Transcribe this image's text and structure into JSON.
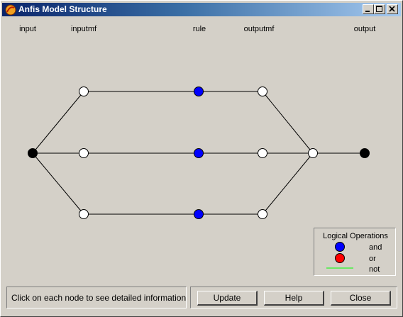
{
  "window": {
    "title": "Anfis Model Structure",
    "controls": {
      "minimize": "minimize-icon",
      "maximize": "maximize-icon",
      "close": "close-icon"
    }
  },
  "diagram": {
    "columns": [
      "input",
      "inputmf",
      "rule",
      "outputmf",
      "output"
    ],
    "node_colors": {
      "input": "#000000",
      "inputmf": "#ffffff",
      "rule": "#0000ff",
      "outputmf": "#ffffff",
      "aggregate": "#ffffff",
      "output": "#000000"
    }
  },
  "legend": {
    "title": "Logical Operations",
    "items": [
      {
        "label": "and",
        "color": "#0000ff"
      },
      {
        "label": "or",
        "color": "#ff0000"
      },
      {
        "label": "not",
        "color": "#00ff00"
      }
    ]
  },
  "status": {
    "message": "Click on each node to see detailed information"
  },
  "buttons": {
    "update": "Update",
    "help": "Help",
    "close": "Close"
  }
}
